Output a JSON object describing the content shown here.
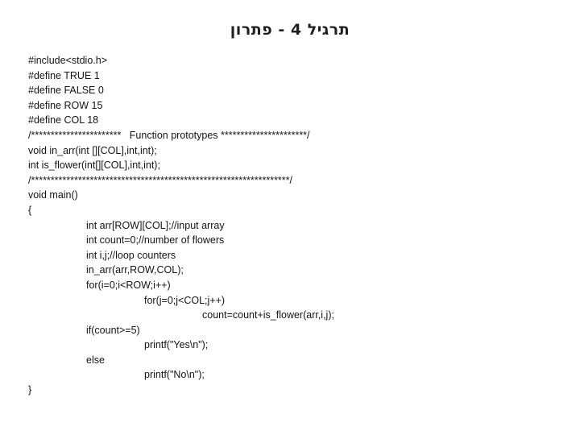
{
  "slide": {
    "title": "תרגיל 4 - פתרון",
    "code_lines": [
      {
        "indent": 0,
        "text": "#include<stdio.h>"
      },
      {
        "indent": 0,
        "text": "#define TRUE 1"
      },
      {
        "indent": 0,
        "text": "#define FALSE 0"
      },
      {
        "indent": 0,
        "text": "#define ROW 15"
      },
      {
        "indent": 0,
        "text": "#define COL 18"
      },
      {
        "indent": 0,
        "text": "/***********************   Function prototypes **********************/"
      },
      {
        "indent": 0,
        "text": "void in_arr(int [][COL],int,int);"
      },
      {
        "indent": 0,
        "text": "int is_flower(int[][COL],int,int);"
      },
      {
        "indent": 0,
        "text": "/******************************************************************/"
      },
      {
        "indent": 0,
        "text": "void main()"
      },
      {
        "indent": 0,
        "text": "{"
      },
      {
        "indent": 1,
        "text": "int arr[ROW][COL];//input array"
      },
      {
        "indent": 1,
        "text": "int count=0;//number of flowers"
      },
      {
        "indent": 1,
        "text": "int i,j;//loop counters"
      },
      {
        "indent": 1,
        "text": "in_arr(arr,ROW,COL);"
      },
      {
        "indent": 1,
        "text": "for(i=0;i<ROW;i++)"
      },
      {
        "indent": 2,
        "text": "for(j=0;j<COL;j++)"
      },
      {
        "indent": 3,
        "text": "count=count+is_flower(arr,i,j);"
      },
      {
        "indent": 1,
        "text": "if(count>=5)"
      },
      {
        "indent": 2,
        "text": "printf(\"Yes\\n\");"
      },
      {
        "indent": 1,
        "text": "else"
      },
      {
        "indent": 2,
        "text": "printf(\"No\\n\");"
      },
      {
        "indent": 0,
        "text": "}"
      }
    ]
  }
}
